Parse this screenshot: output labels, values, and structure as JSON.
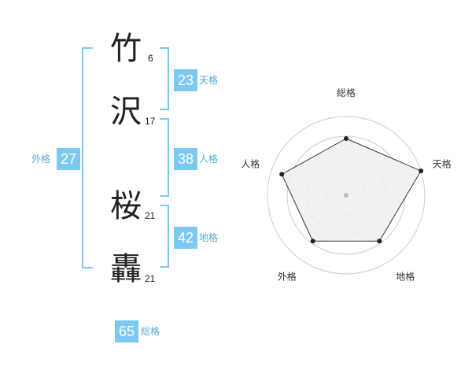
{
  "colors": {
    "accent": "#7cc8f0",
    "label": "#5aa9d6",
    "text": "#222222",
    "ring": "#cccccc",
    "polygon_fill": "#efefef",
    "polygon_stroke": "#333333",
    "dot": "#222222"
  },
  "name": {
    "chars": [
      {
        "char": "竹",
        "strokes": "6"
      },
      {
        "char": "沢",
        "strokes": "17"
      },
      {
        "char": "桜",
        "strokes": "21"
      },
      {
        "char": "轟",
        "strokes": "21"
      }
    ]
  },
  "fortune": {
    "tenkaku": {
      "value": "23",
      "label": "天格"
    },
    "jinkaku": {
      "value": "38",
      "label": "人格"
    },
    "chikaku": {
      "value": "42",
      "label": "地格"
    },
    "gaikaku": {
      "value": "27",
      "label": "外格"
    },
    "soukaku": {
      "value": "65",
      "label": "総格"
    }
  },
  "chart_data": {
    "type": "radar",
    "axes": [
      "総格",
      "天格",
      "地格",
      "外格",
      "人格"
    ],
    "values": [
      0.72,
      1.0,
      0.72,
      0.72,
      0.86
    ],
    "range": [
      0,
      1
    ],
    "rings": 4
  }
}
